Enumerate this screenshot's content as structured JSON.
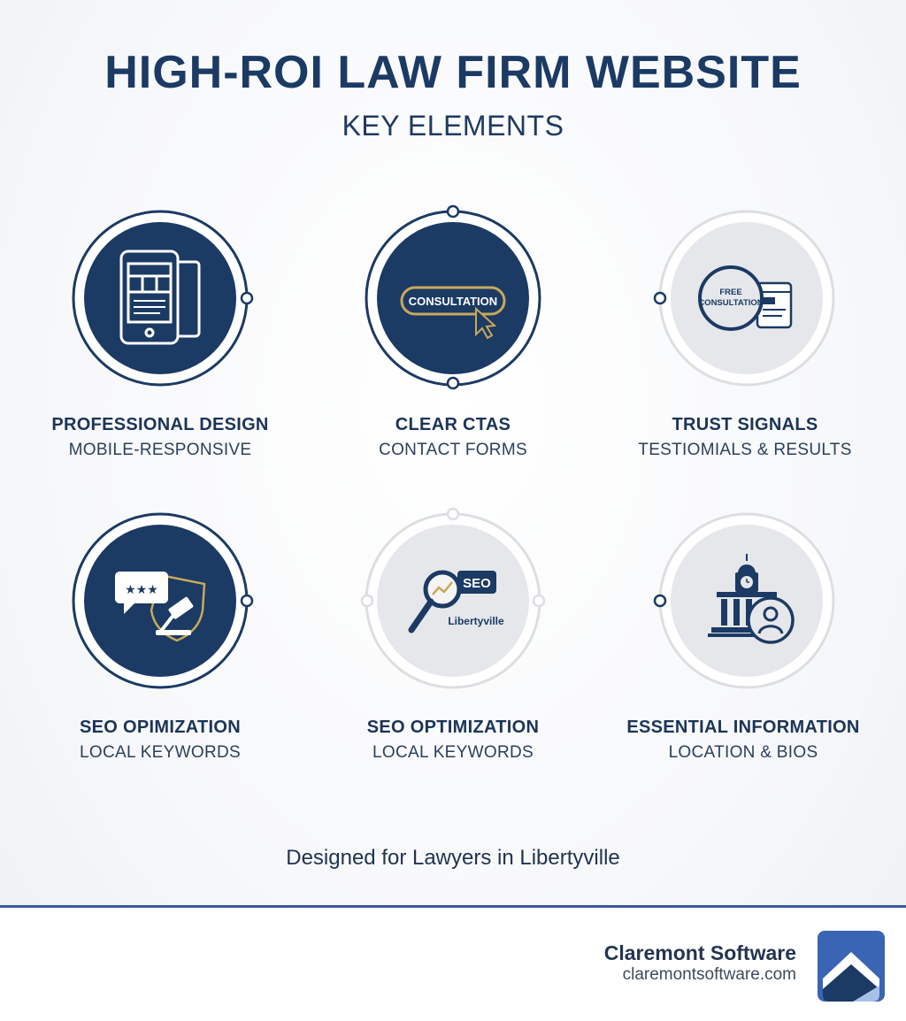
{
  "header": {
    "title": "HIGH-ROI LAW FIRM WEBSITE",
    "subtitle": "KEY ELEMENTS"
  },
  "nodes": [
    {
      "title": "PROFESSIONAL DESIGN",
      "subtitle": "MOBILE-RESPONSIVE",
      "icon": "mobile-devices-icon",
      "style": "dark"
    },
    {
      "title": "CLEAR CTAS",
      "subtitle": "CONTACT FORMS",
      "icon": "consultation-button-icon",
      "style": "dark",
      "icon_text": "CONSULTATION"
    },
    {
      "title": "TRUST SIGNALS",
      "subtitle": "TESTIOMIALS & RESULTS",
      "icon": "free-consultation-badge-icon",
      "style": "light",
      "icon_text": "FREE CONSULTATION"
    },
    {
      "title": "SEO OPIMIZATION",
      "subtitle": "LOCAL KEYWORDS",
      "icon": "reviews-gavel-shield-icon",
      "style": "dark"
    },
    {
      "title": "SEO OPTIMIZATION",
      "subtitle": "LOCAL KEYWORDS",
      "icon": "seo-magnifier-icon",
      "style": "light",
      "icon_text_1": "SEO",
      "icon_text_2": "Libertyville"
    },
    {
      "title": "ESSENTIAL INFORMATION",
      "subtitle": "LOCATION & BIOS",
      "icon": "courthouse-person-icon",
      "style": "light"
    }
  ],
  "tagline": "Designed for Lawyers in Libertyville",
  "brand": {
    "name": "Claremont Software",
    "url": "claremontsoftware.com",
    "logo": "claremont-logo-icon"
  },
  "colors": {
    "navy": "#1b3a64",
    "gold": "#c9a85a",
    "light_circle": "#e6e7ea",
    "connector": "#3f7fc0"
  }
}
